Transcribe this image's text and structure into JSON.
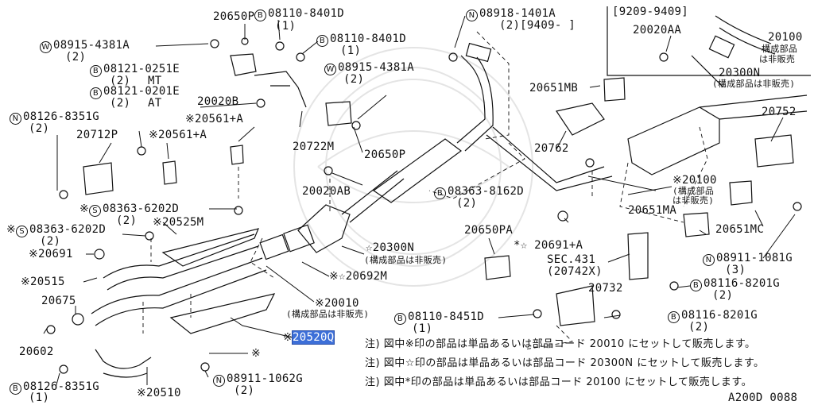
{
  "labels": {
    "p20650P_top": "20650P",
    "b08110_8401D_a": "08110-8401D",
    "b08110_8401D_a_qty": "(1)",
    "b08110_8401D_b": "08110-8401D",
    "b08110_8401D_b_qty": "(1)",
    "w08915_4381A_a": "08915-4381A",
    "w08915_4381A_a_qty": "(2)",
    "w08915_4381A_b": "08915-4381A",
    "w08915_4381A_b_qty": "(2)",
    "b08121_0251E": "08121-0251E",
    "b08121_0251E_qty": "(2)",
    "mt": "MT",
    "b08121_0201E": "08121-0201E",
    "b08121_0201E_qty": "(2)",
    "at": "AT",
    "p20020B": "20020B",
    "n08126_8351G_top": "08126-8351G",
    "n08126_8351G_top_qty": "(2)",
    "p20561A_a": "※20561+A",
    "p20712P": "20712P",
    "p20561A_b": "※20561+A",
    "p20722M": "20722M",
    "p20650P_mid": "20650P",
    "n08918_1401A": "08918-1401A",
    "n08918_1401A_qty": "(2)[9409-    ]",
    "range": "[9209-9409]",
    "p20020AA": "20020AA",
    "p20100_top": "20100",
    "p20100_top_note1": "構成部品",
    "p20100_top_note2": "は非販売",
    "p20300N_top": "20300N",
    "p20300N_top_note": "(構成部品は非販売)",
    "p20651MB": "20651MB",
    "p20762": "20762",
    "p20752": "20752",
    "p20100_mid": "※20100",
    "p20100_mid_note1": "(構成部品",
    "p20100_mid_note2": "は非販売)",
    "p20020AB": "20020AB",
    "b08363_8162D": "08363-8162D",
    "b08363_8162D_qty": "(2)",
    "s08363_6202D_a": "08363-6202D",
    "s08363_6202D_a_qty": "(2)",
    "s08363_6202D_b": "08363-6202D",
    "s08363_6202D_b_qty": "(2)",
    "p20525M": "※20525M",
    "p20651MA": "20651MA",
    "p20651MC": "20651MC",
    "p20650PA": "20650PA",
    "p20691A": "*☆ 20691+A",
    "p20300N_mid": "☆20300N",
    "p20300N_mid_note": "(構成部品は非販売)",
    "p20691": "※20691",
    "sec431": "SEC.431",
    "sec431_ref": "(20742X)",
    "n08911_1081G": "08911-1081G",
    "n08911_1081G_qty": "(3)",
    "p20692M": "※☆20692M",
    "p20515": "※20515",
    "p20732": "20732",
    "b08116_8201G_a": "08116-8201G",
    "b08116_8201G_a_qty": "(2)",
    "p20675": "20675",
    "p20010": "※20010",
    "p20010_note": "(構成部品は非販売)",
    "b08110_8451D": "08110-8451D",
    "b08110_8451D_qty": "(1)",
    "b08116_8201G_b": "08116-8201G",
    "b08116_8201G_b_qty": "(2)",
    "p20520Q": "20520Q",
    "p20520Q_prefix": "※",
    "p20602": "20602",
    "star_mark": "※",
    "b08126_8351G_bot": "08126-8351G",
    "b08126_8351G_bot_qty": "(1)",
    "p20510": "※20510",
    "n08911_1062G": "08911-1062G",
    "n08911_1062G_qty": "(2)"
  },
  "circle_marks": {
    "B": "B",
    "W": "W",
    "N": "N",
    "S": "S"
  },
  "prefix_marks": {
    "kome": "※"
  },
  "notes": [
    "注) 図中※印の部品は単品あるいは部品コード 20010 にセットして販売します。",
    "注) 図中☆印の部品は単品あるいは部品コード 20300N にセットして販売します。",
    "注) 図中*印の部品は単品あるいは部品コード 20100 にセットして販売します。"
  ],
  "diagram_code": "A200D 0088",
  "highlight_color": "#3d6fd8"
}
